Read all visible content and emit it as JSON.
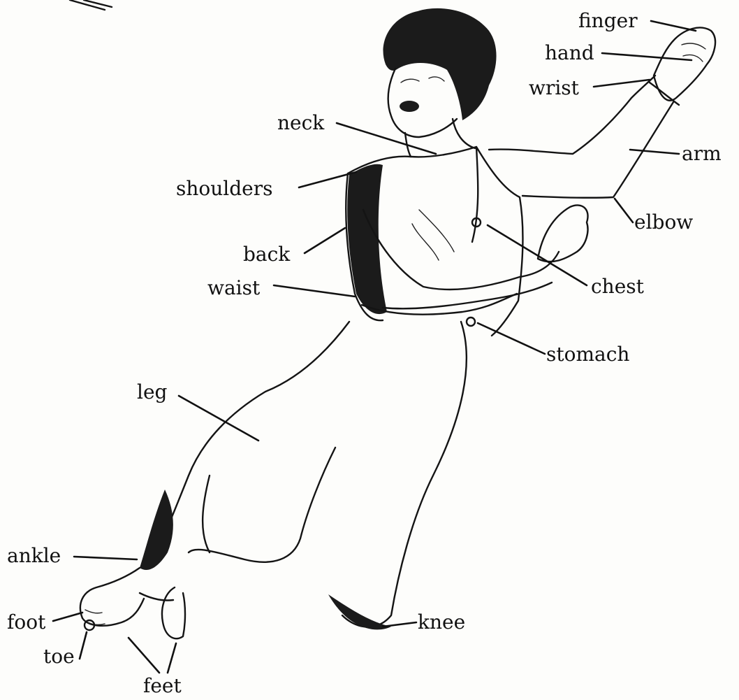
{
  "labels": {
    "finger": "finger",
    "hand": "hand",
    "wrist": "wrist",
    "neck": "neck",
    "arm": "arm",
    "shoulders": "shoulders",
    "elbow": "elbow",
    "back": "back",
    "waist": "waist",
    "chest": "chest",
    "stomach": "stomach",
    "leg": "leg",
    "ankle": "ankle",
    "foot": "foot",
    "knee": "knee",
    "toe": "toe",
    "feet": "feet"
  }
}
